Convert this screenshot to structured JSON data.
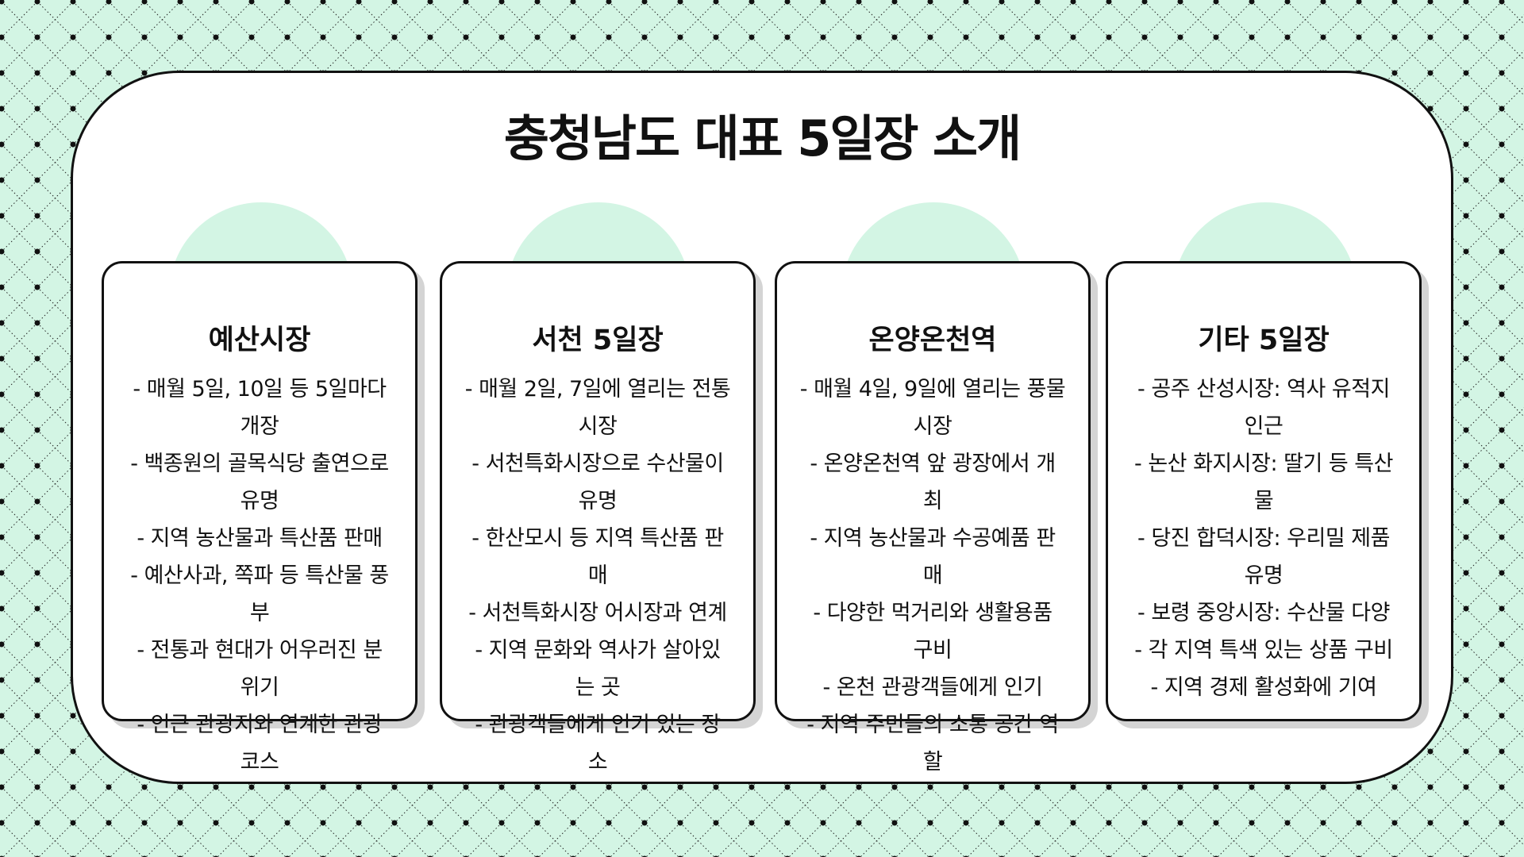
{
  "title": "충청남도 대표 5일장 소개",
  "colors": {
    "background": "#d3f5e4",
    "accent_circle": "#d3f5e4",
    "panel": "#ffffff",
    "border": "#111111",
    "shadow": "#d4d4d4"
  },
  "cards": [
    {
      "title": "예산시장",
      "lines": [
        "- 매월 5일, 10일 등 5일마다",
        "개장",
        "- 백종원의 골목식당 출연으로",
        "유명",
        "- 지역 농산물과 특산품 판매",
        "- 예산사과, 쪽파 등 특산물 풍",
        "부",
        "- 전통과 현대가 어우러진 분",
        "위기",
        "- 인근 관광지와 연계한 관광",
        "코스"
      ]
    },
    {
      "title": "서천 5일장",
      "lines": [
        "- 매월 2일, 7일에 열리는 전통",
        "시장",
        "- 서천특화시장으로 수산물이",
        "유명",
        "- 한산모시 등 지역 특산품 판",
        "매",
        "- 서천특화시장 어시장과 연계",
        "- 지역 문화와 역사가 살아있",
        "는 곳",
        "- 관광객들에게 인기 있는 장",
        "소"
      ]
    },
    {
      "title": "온양온천역",
      "lines": [
        "- 매월 4일, 9일에 열리는 풍물",
        "시장",
        "- 온양온천역 앞 광장에서 개",
        "최",
        "- 지역 농산물과 수공예품 판",
        "매",
        "- 다양한 먹거리와 생활용품",
        "구비",
        "- 온천 관광객들에게 인기",
        "- 지역 주민들의 소통 공간 역",
        "할"
      ]
    },
    {
      "title": "기타 5일장",
      "lines": [
        "- 공주 산성시장: 역사 유적지",
        "인근",
        "- 논산 화지시장: 딸기 등 특산",
        "물",
        "- 당진 합덕시장: 우리밀 제품",
        "유명",
        "- 보령 중앙시장: 수산물 다양",
        "- 각 지역 특색 있는 상품 구비",
        "- 지역 경제 활성화에 기여"
      ]
    }
  ]
}
